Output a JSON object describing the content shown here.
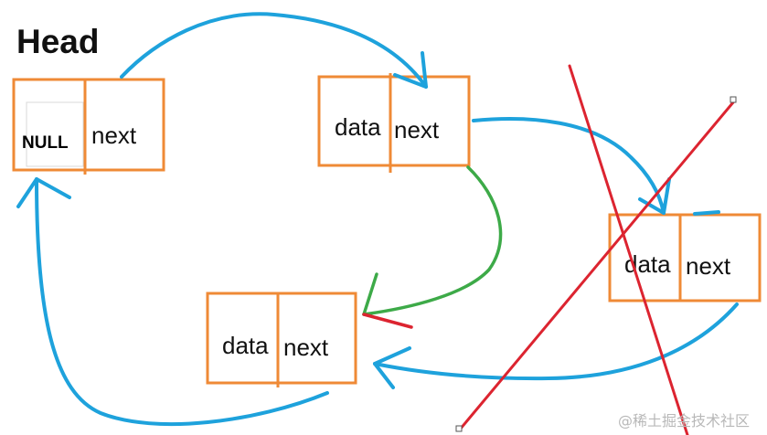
{
  "title": "Head",
  "colors": {
    "node_border": "#ef8a36",
    "arrow_blue": "#1ea2dc",
    "arrow_green": "#3daa48",
    "cross_red": "#dc2430",
    "null_fill": "#ffffff"
  },
  "nodes": {
    "head": {
      "left_label": "NULL",
      "right_label": "next"
    },
    "node_top": {
      "left_label": "data",
      "right_label": "next"
    },
    "node_right": {
      "left_label": "data",
      "right_label": "next"
    },
    "node_bottom": {
      "left_label": "data",
      "right_label": "next"
    }
  },
  "watermark": "@稀土掘金技术社区"
}
